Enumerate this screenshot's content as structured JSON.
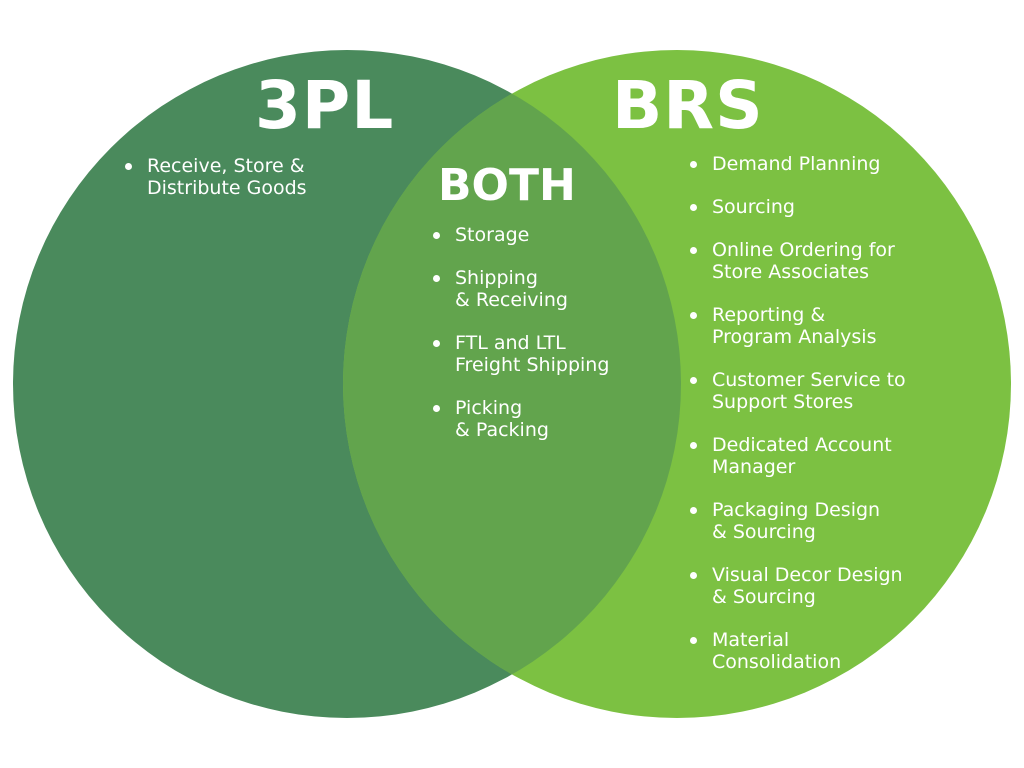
{
  "colors": {
    "left_circle": "#4a8a5c",
    "right_circle": "#7cc142",
    "overlap": "#62a44d",
    "text": "#ffffff"
  },
  "sets": {
    "left": {
      "title": "3PL",
      "items": [
        "Receive, Store &\nDistribute Goods"
      ]
    },
    "both": {
      "title": "BOTH",
      "items": [
        "Storage",
        "Shipping\n& Receiving",
        "FTL and LTL\nFreight Shipping",
        "Picking\n& Packing"
      ]
    },
    "right": {
      "title": "BRS",
      "items": [
        "Demand Planning",
        "Sourcing",
        "Online Ordering for\nStore Associates",
        "Reporting &\nProgram Analysis",
        "Customer Service to\nSupport Stores",
        "Dedicated Account\nManager",
        "Packaging Design\n& Sourcing",
        "Visual Decor Design\n & Sourcing",
        "Material\nConsolidation"
      ]
    }
  }
}
